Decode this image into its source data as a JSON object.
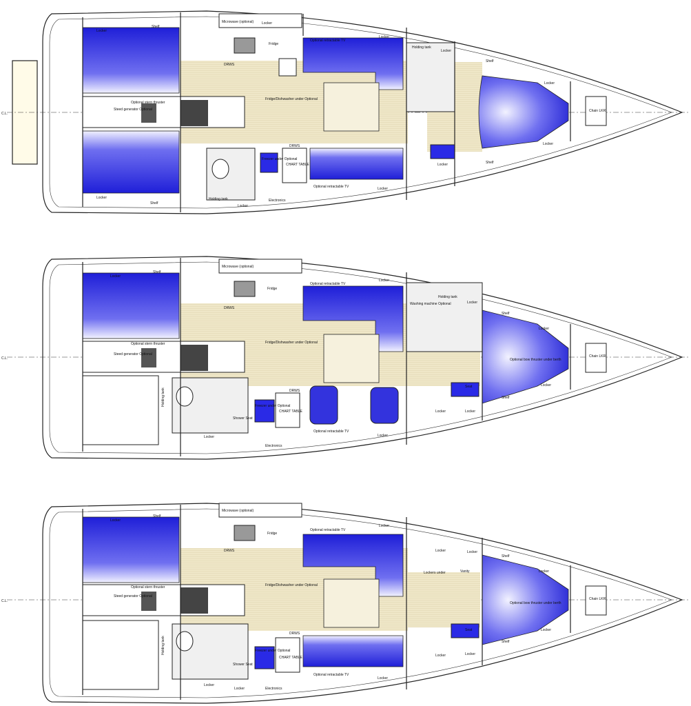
{
  "colors": {
    "cushion": "#2a2ae6",
    "floor": "#efe7c8",
    "grid": "#cfc39a",
    "hull": "#222222"
  },
  "cl_label": "C.L.",
  "labels": {
    "locker": "Locker",
    "shelf": "Shelf",
    "microwave": "Microwave (optional)",
    "drws": "DRWS",
    "fridge": "Fridge",
    "fridge_dish": "Fridge/Dishwasher under Optional",
    "opt_tv": "Optional retractable TV",
    "holding_tank": "Holding tank",
    "chain_lkr": "Chain LKR",
    "steed_gen": "Steed generator Optional",
    "stern_thruster": "Optional stern thruster",
    "freezer": "Freezer under Optional",
    "chart_table": "CHART TABLE",
    "electronics": "Electronics",
    "washing": "Washing machine Optional",
    "seat": "Seat",
    "shower_seat": "Shower Seat",
    "bow_thruster": "Optional bow thruster under berth",
    "lockers_under": "Lockers under",
    "vanity": "Vanity"
  }
}
